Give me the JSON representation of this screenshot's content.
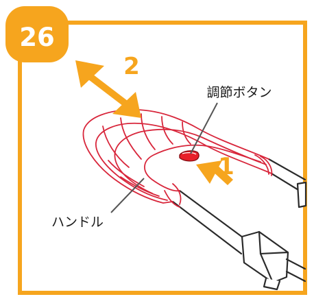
{
  "step": {
    "number": "26"
  },
  "labels": {
    "adjust_button": "調節ボタン",
    "handle": "ハンドル"
  },
  "arrows": {
    "push_step": "1",
    "adjust_step": "2"
  },
  "colors": {
    "accent": "#F6A51E",
    "frame": "#F6A51E",
    "handle_outline": "#D8263B",
    "line_art": "#2a2a2a",
    "button": "#E8202A"
  }
}
